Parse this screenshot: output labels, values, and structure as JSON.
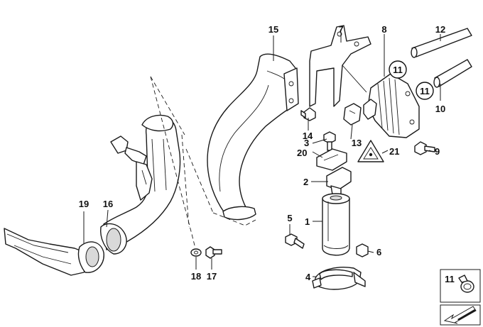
{
  "labels": {
    "p1": "1",
    "p2": "2",
    "p3": "3",
    "p4": "4",
    "p5": "5",
    "p6": "6",
    "p7": "7",
    "p8": "8",
    "p9": "9",
    "p10": "10",
    "p11a": "11",
    "p11b": "11",
    "p12": "12",
    "p13": "13",
    "p14": "14",
    "p15": "15",
    "p16": "16",
    "p17": "17",
    "p18": "18",
    "p19": "19",
    "p20": "20",
    "p21": "21"
  },
  "legend": {
    "ref": "11"
  },
  "colors": {
    "line": "#1a1a1a",
    "fill": "#ffffff",
    "shade": "#d9d9d9"
  }
}
